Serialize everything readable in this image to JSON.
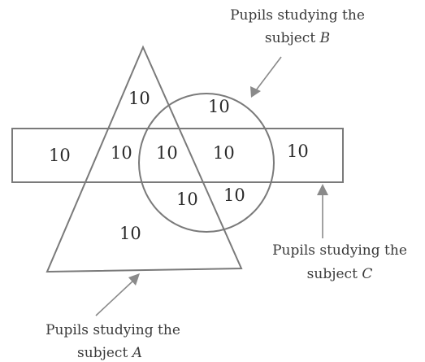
{
  "regions": {
    "a_only_top": "10",
    "b_only": "10",
    "c_only_left": "10",
    "a_and_c": "10",
    "a_b_c": "10",
    "b_and_c": "10",
    "c_only_right": "10",
    "a_and_b": "10",
    "b_only_bottom": "10",
    "a_only_bottom": "10"
  },
  "labels": {
    "b": {
      "line1": "Pupils studying the",
      "line2_prefix": "subject ",
      "letter": "B"
    },
    "c": {
      "line1": "Pupils studying the",
      "line2_prefix": "subject ",
      "letter": "C"
    },
    "a": {
      "line1": "Pupils studying the",
      "line2_prefix": "subject ",
      "letter": "A"
    }
  }
}
